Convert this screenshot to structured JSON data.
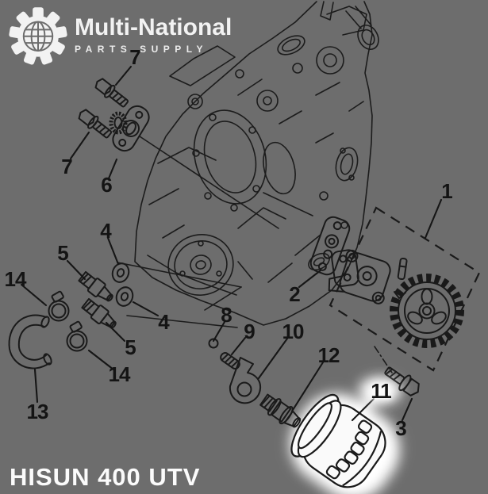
{
  "brand": {
    "name": "Multi-National",
    "tagline": "PARTS SUPPLY"
  },
  "footer": {
    "model": "HISUN 400 UTV"
  },
  "diagram": {
    "type": "exploded-parts-diagram",
    "subject": "Engine crankcase with oil pump, fittings and oil filter",
    "highlighted_callout": "11",
    "callouts": [
      {
        "label": "1"
      },
      {
        "label": "2"
      },
      {
        "label": "3"
      },
      {
        "label": "4"
      },
      {
        "label": "4"
      },
      {
        "label": "5"
      },
      {
        "label": "5"
      },
      {
        "label": "6"
      },
      {
        "label": "7"
      },
      {
        "label": "7"
      },
      {
        "label": "8"
      },
      {
        "label": "9"
      },
      {
        "label": "10"
      },
      {
        "label": "11"
      },
      {
        "label": "12"
      },
      {
        "label": "13"
      },
      {
        "label": "14"
      },
      {
        "label": "14"
      }
    ]
  },
  "colors": {
    "background": "#6d6d6d",
    "line": "#1c1c1c",
    "text": "#f2f2f2",
    "highlight": "#ffffff"
  }
}
